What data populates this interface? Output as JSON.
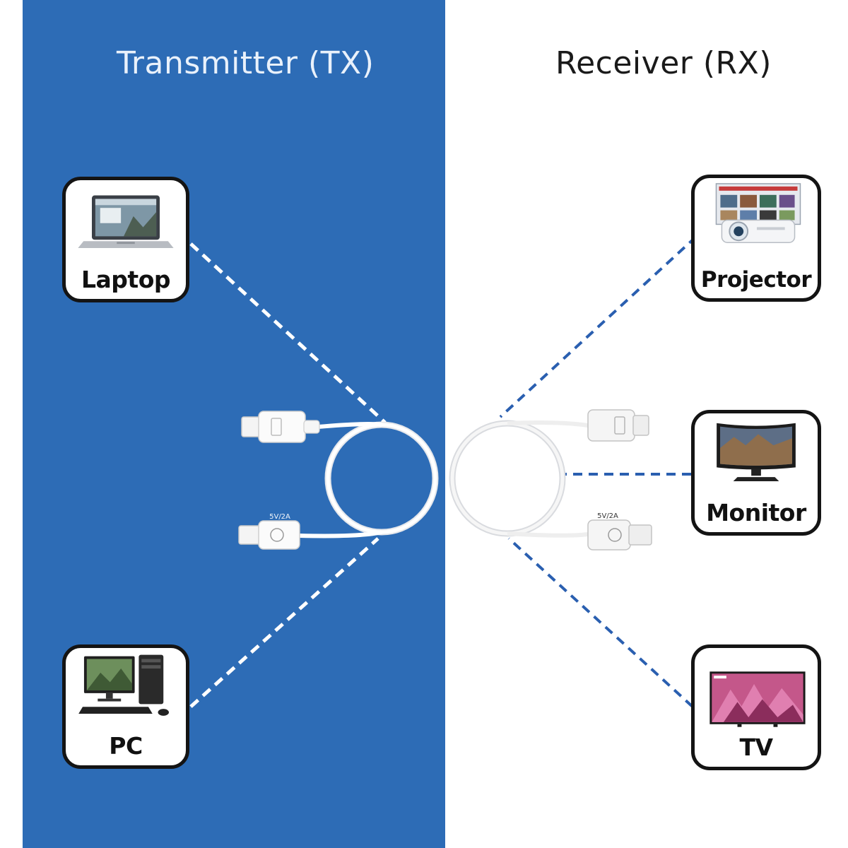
{
  "transmitter": {
    "title": "Transmitter (TX)"
  },
  "receiver": {
    "title": "Receiver (RX)"
  },
  "devices": {
    "laptop": {
      "label": "Laptop",
      "icon": "laptop-icon"
    },
    "pc": {
      "label": "PC",
      "icon": "desktop-pc-icon"
    },
    "projector": {
      "label": "Projector",
      "icon": "projector-icon"
    },
    "monitor": {
      "label": "Monitor",
      "icon": "monitor-icon"
    },
    "tv": {
      "label": "TV",
      "icon": "tv-icon"
    }
  },
  "adapters": {
    "tx_power_label": "5V/2A",
    "rx_power_label": "5V/2A"
  },
  "colors": {
    "tx_panel": "#2d6cb6",
    "rx_panel": "#ffffff",
    "tx_connector_line": "#ffffff",
    "rx_connector_line": "#2a5fb0",
    "device_border": "#141414"
  }
}
